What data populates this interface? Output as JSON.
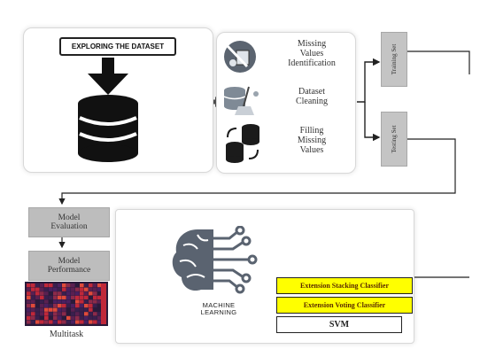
{
  "exploring": {
    "title": "EXPLORING THE DATASET"
  },
  "preprocessing": {
    "missing_values": "Missing Values Identification",
    "dataset_cleaning": "Dataset Cleaning",
    "filling": "Filling Missing Values"
  },
  "split": {
    "training": "Training Set",
    "testing": "Testing Set"
  },
  "evaluation": {
    "model_evaluation": "Model Evaluation",
    "model_performance": "Model Performance",
    "multitask": "Multitask"
  },
  "ml": {
    "label_line1": "MACHINE",
    "label_line2": "LEARNING"
  },
  "classifiers": {
    "stacking": "Extension Stacking Classifier",
    "voting": "Extension Voting Classifier",
    "svm": "SVM"
  },
  "colors": {
    "classifier_highlight": "#ffff00",
    "box_gray": "#bdbdbd"
  }
}
